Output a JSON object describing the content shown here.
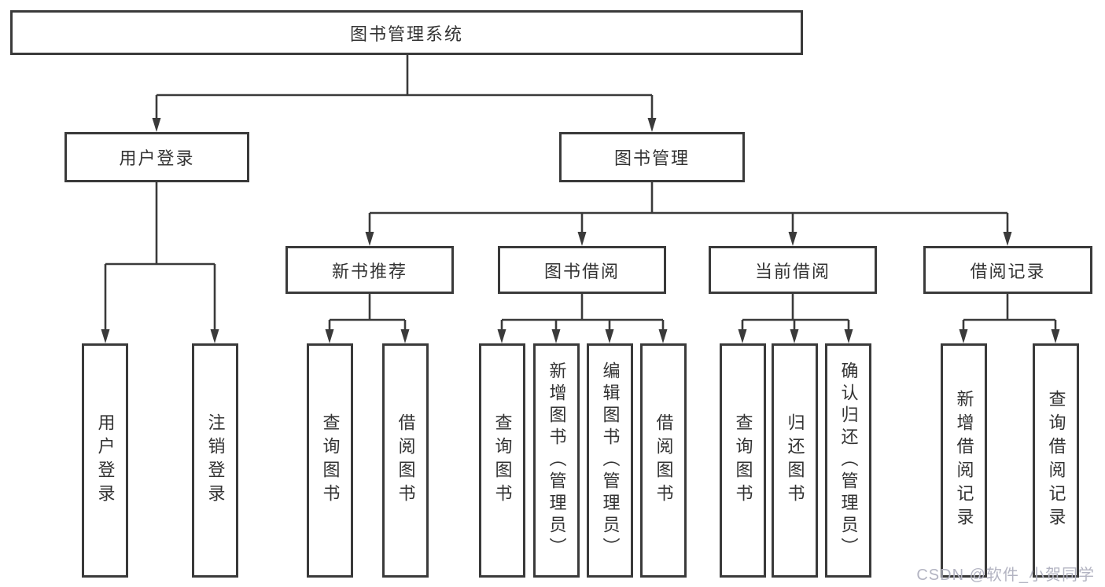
{
  "diagram": {
    "tree": {
      "label": "图书管理系统",
      "children": [
        {
          "label": "用户登录",
          "children": [
            {
              "label": "用户登录"
            },
            {
              "label": "注销登录"
            }
          ]
        },
        {
          "label": "图书管理",
          "children": [
            {
              "label": "新书推荐",
              "children": [
                {
                  "label": "查询图书"
                },
                {
                  "label": "借阅图书"
                }
              ]
            },
            {
              "label": "图书借阅",
              "children": [
                {
                  "label": "查询图书"
                },
                {
                  "label": "新增图书（管理员）"
                },
                {
                  "label": "编辑图书（管理员）"
                },
                {
                  "label": "借阅图书"
                }
              ]
            },
            {
              "label": "当前借阅",
              "children": [
                {
                  "label": "查询图书"
                },
                {
                  "label": "归还图书"
                },
                {
                  "label": "确认归还（管理员）"
                }
              ]
            },
            {
              "label": "借阅记录",
              "children": [
                {
                  "label": "新增借阅记录"
                },
                {
                  "label": "查询借阅记录"
                }
              ]
            }
          ]
        }
      ]
    },
    "colors": {
      "line": "#3a3a3a",
      "box_background": "#ffffff",
      "text": "#333333"
    }
  },
  "watermark": {
    "text": "CSDN @软件_小贺同学",
    "color": "#b3b4c2"
  }
}
